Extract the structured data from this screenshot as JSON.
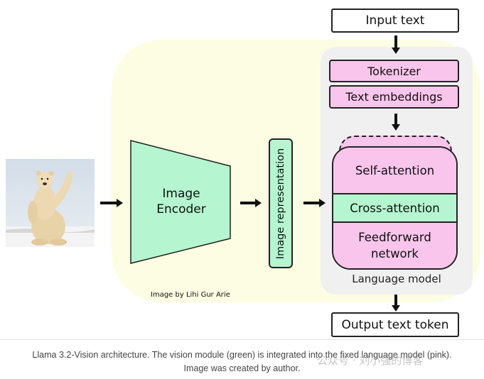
{
  "diagram": {
    "input_text": "Input text",
    "tokenizer": "Tokenizer",
    "text_embeddings": "Text embeddings",
    "self_attention": "Self-attention",
    "cross_attention": "Cross-attention",
    "feedforward_line1": "Feedforward",
    "feedforward_line2": "network",
    "language_model": "Language model",
    "output_text_token": "Output text token",
    "image_encoder_line1": "Image",
    "image_encoder_line2": "Encoder",
    "image_representation": "Image representation",
    "credit": "Image by Lihi Gur Arie"
  },
  "caption": {
    "line1": "Llama 3.2-Vision architecture. The vision module (green) is integrated into the fixed language model (pink).",
    "line2": "Image was created by author."
  },
  "watermark": "公众号 · 刘小强的博客",
  "colors": {
    "green": "#b5f5d0",
    "pink": "#f9c5ec",
    "yellow_bg": "#fdfde3",
    "gray_panel": "#f0f0f0"
  }
}
